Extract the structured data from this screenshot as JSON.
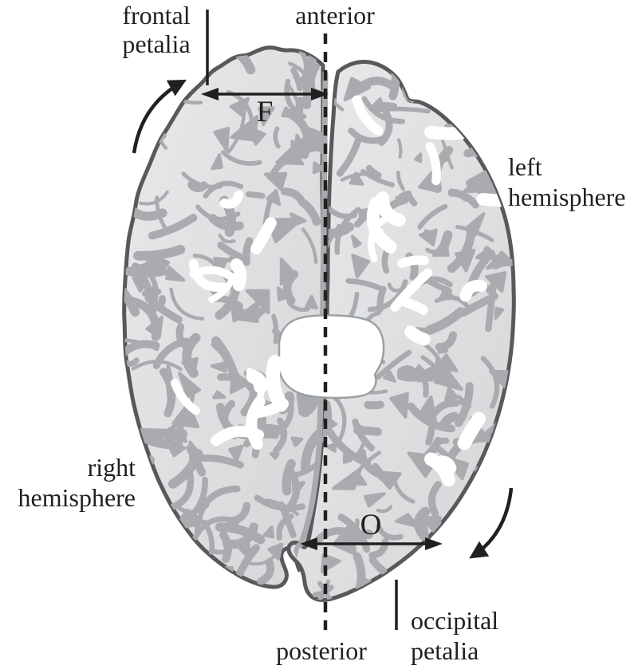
{
  "figure": {
    "kind": "brain-petalia-superior-view-diagram",
    "labels": {
      "frontal_petalia": {
        "line1": "frontal",
        "line2": "petalia"
      },
      "anterior": "anterior",
      "left_hemisphere": {
        "line1": "left",
        "line2": "hemisphere"
      },
      "right_hemisphere": {
        "line1": "right",
        "line2": "hemisphere"
      },
      "occipital_petalia": {
        "line1": "occipital",
        "line2": "petalia"
      },
      "posterior": "posterior",
      "frontal_measure": "F",
      "occipital_measure": "O"
    },
    "colors": {
      "outline": "#58595b",
      "brain_fill_light": "#e8e9ea",
      "brain_fill_dark": "#d5d6d8",
      "sulci": "#a9abae",
      "highlight": "#ffffff",
      "annotation": "#231f20"
    }
  }
}
